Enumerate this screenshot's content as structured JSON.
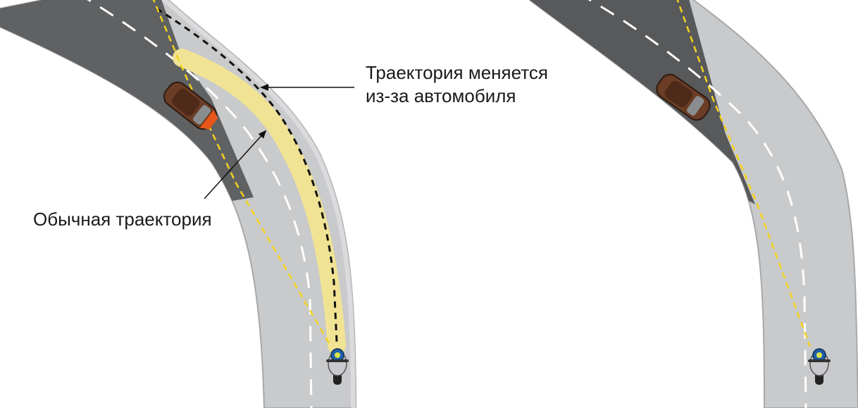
{
  "labels": {
    "trajectory_changed_line1": "Траектория меняется",
    "trajectory_changed_line2": "из-за автомобиля",
    "normal_trajectory": "Обычная траектория"
  },
  "colors": {
    "road": "#c9cacb",
    "road_edge": "#9a9b9d",
    "shadow": "#58595b",
    "lane_marking": "#ffffff",
    "sight_line": "#f2d21c",
    "normal_path": "#f1e394",
    "changed_path": "#111111",
    "car_body": "#6b3d26",
    "car_light": "#e8561a",
    "arrow": "#111111"
  }
}
